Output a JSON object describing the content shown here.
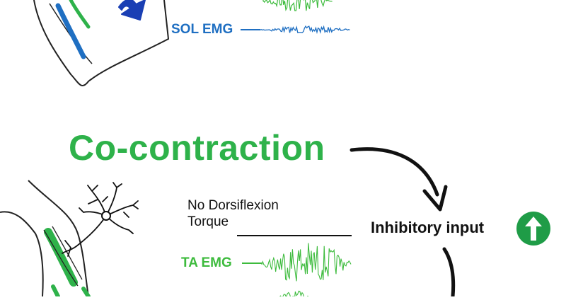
{
  "top_panel": {
    "sol_emg_label": "SOL EMG"
  },
  "bottom_panel": {
    "title": "Co-contraction",
    "torque_line1": "No Dorsiflexion",
    "torque_line2": "Torque",
    "ta_emg_label": "TA EMG",
    "inhibitory_label": "Inhibitory input",
    "inhibitory_icon": "up-arrow-icon"
  },
  "colors": {
    "green": "#2eb24a",
    "sol_blue": "#1f6fc2",
    "dark_blue": "#1a3fb4",
    "ta_emg_green": "#3dbb3d",
    "inhib_circle": "#1f9c47"
  }
}
